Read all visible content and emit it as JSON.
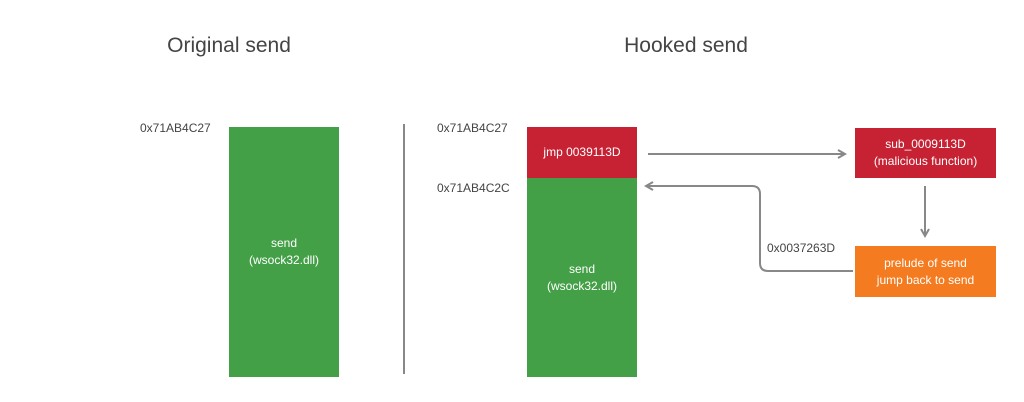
{
  "left": {
    "title": "Original send",
    "address": "0x71AB4C27",
    "block_line1": "send",
    "block_line2": "(wsock32.dll)"
  },
  "right": {
    "title": "Hooked send",
    "address_top": "0x71AB4C27",
    "address_mid": "0x71AB4C2C",
    "jmp_label": "jmp 0039113D",
    "block_line1": "send",
    "block_line2": "(wsock32.dll)"
  },
  "malicious": {
    "line1": "sub_0009113D",
    "line2": "(malicious function)"
  },
  "prelude": {
    "address": "0x0037263D",
    "line1": "prelude of send",
    "line2": "jump back to send"
  },
  "colors": {
    "green": "#44a047",
    "red": "#c62233",
    "orange": "#f47b20",
    "arrow": "#888888"
  }
}
